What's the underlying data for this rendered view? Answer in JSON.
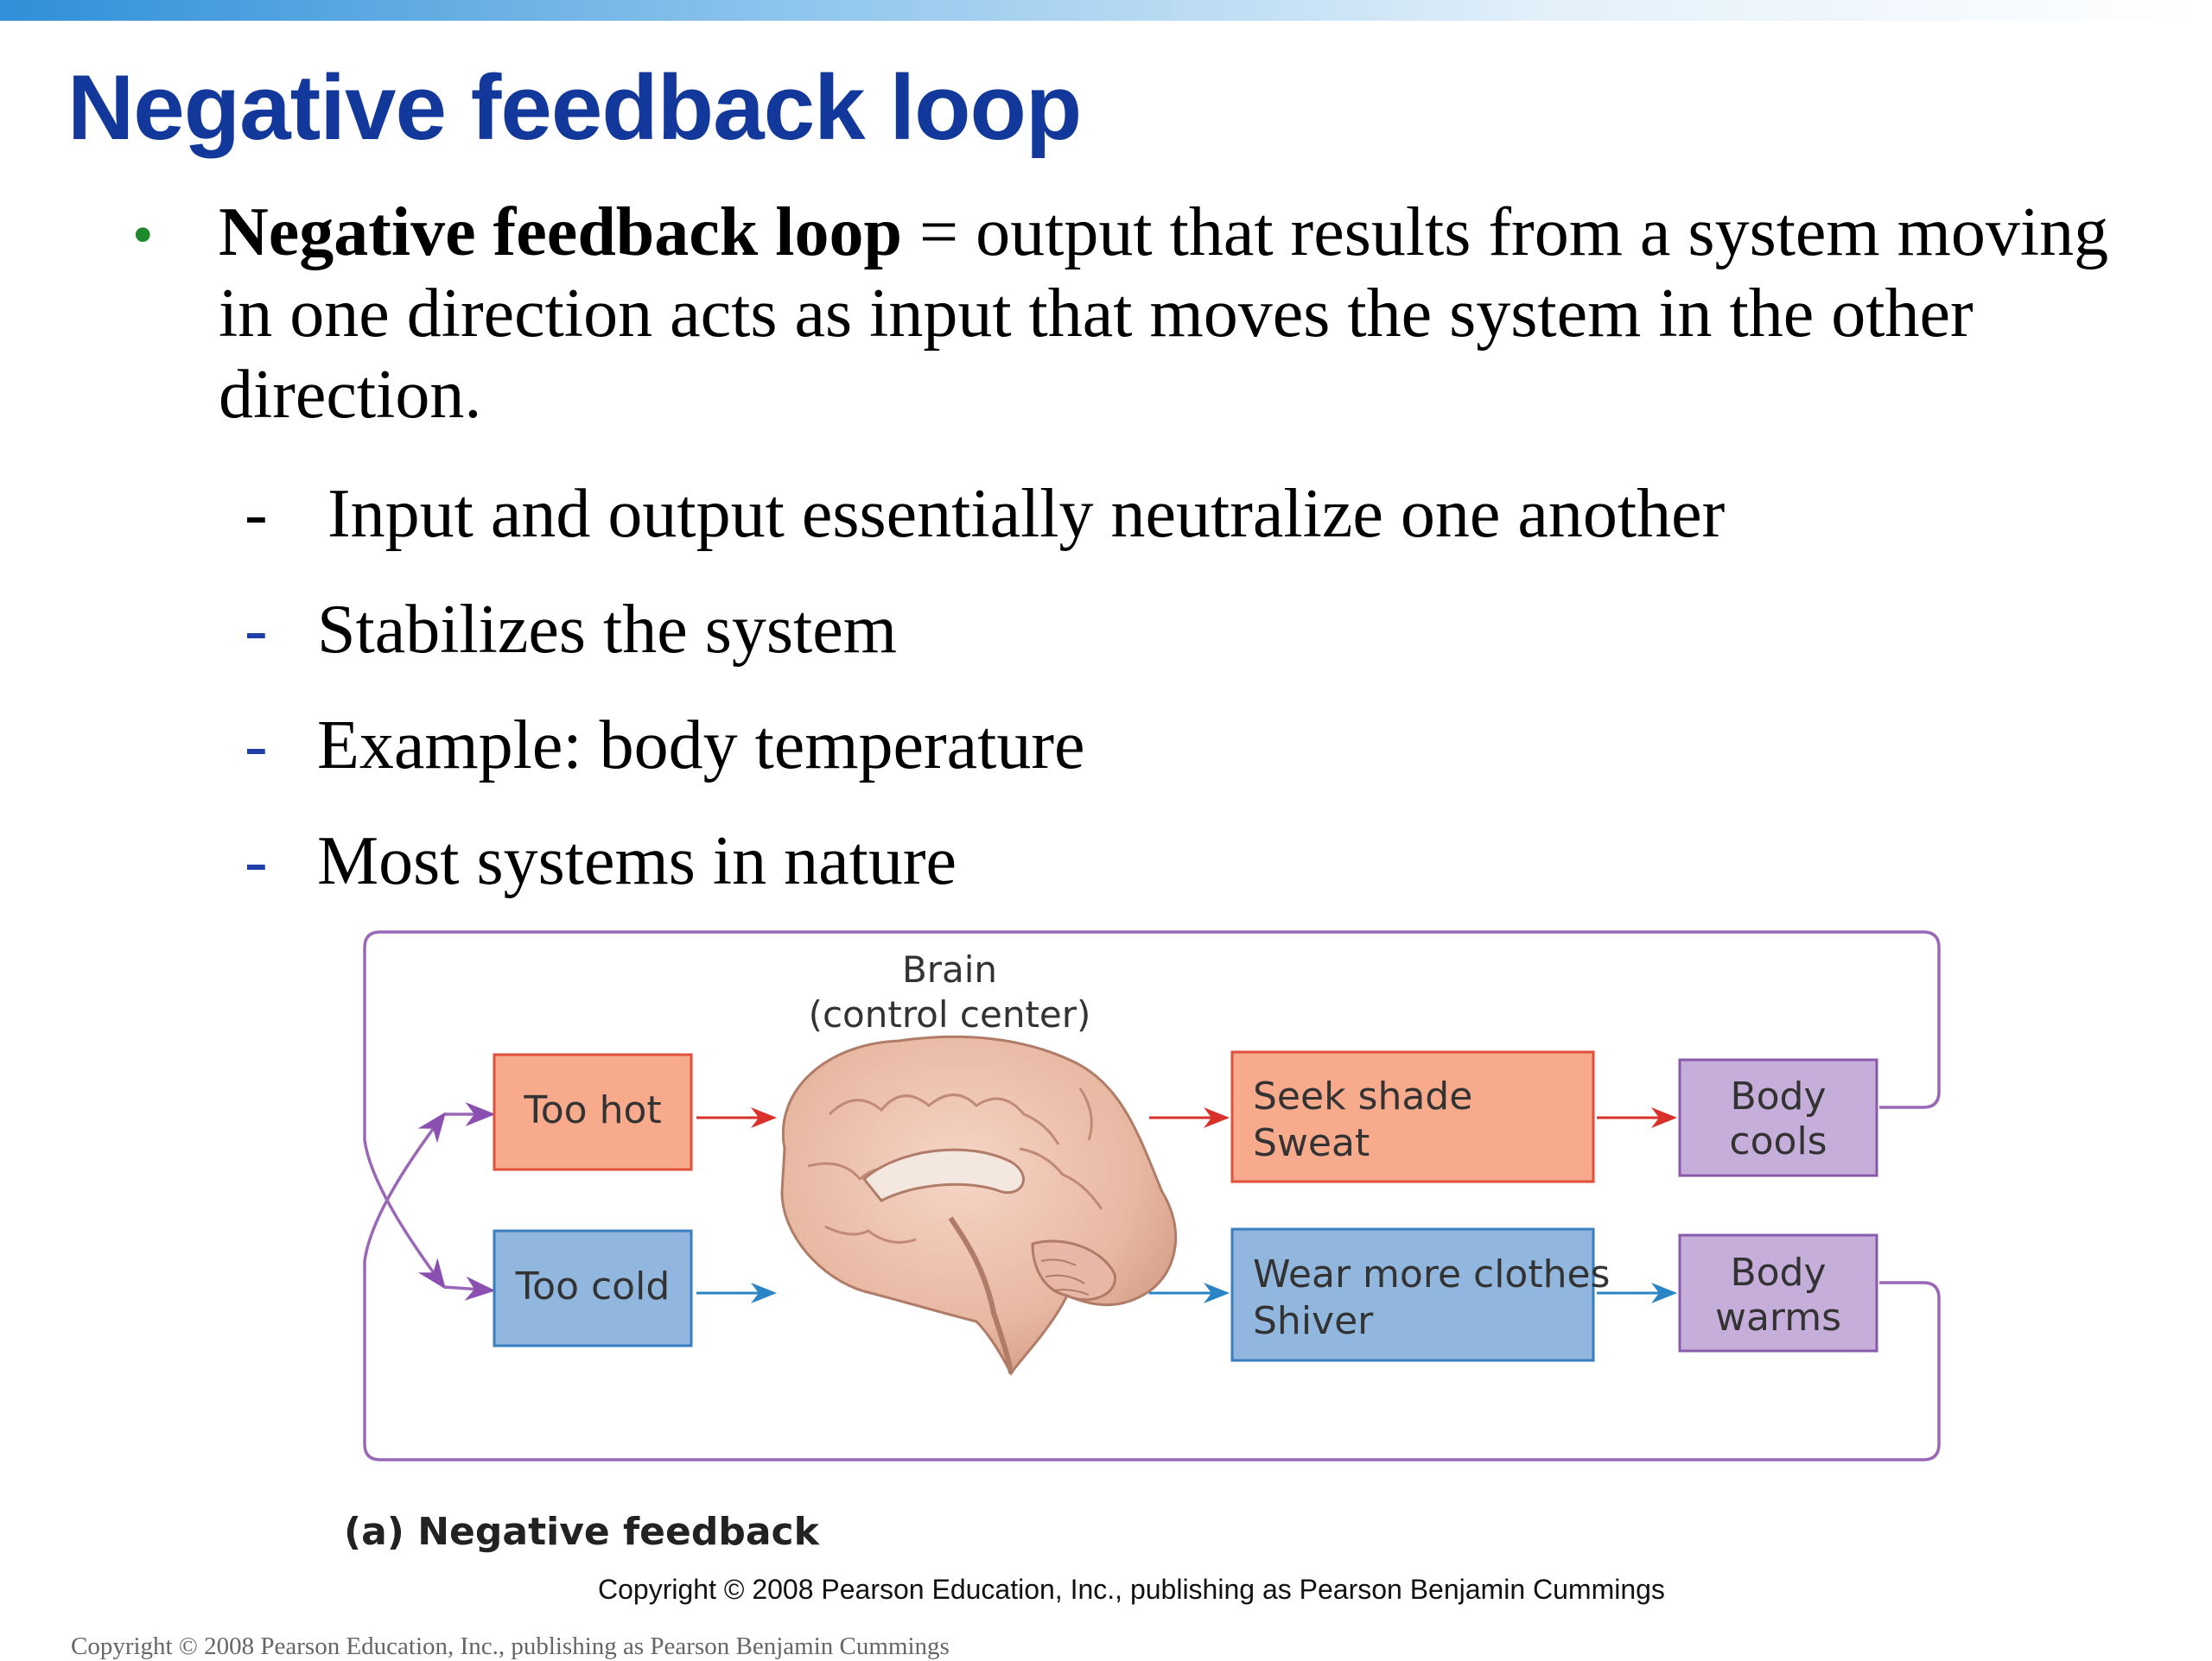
{
  "slide": {
    "title": "Negative feedback loop",
    "bullet": {
      "term": "Negative feedback loop",
      "definition": " = output that  results from a system moving in one direction acts as input that moves the system in the other direction."
    },
    "subpoints": [
      {
        "dash": "-",
        "text": "Input and output essentially neutralize one another"
      },
      {
        "dash": "-",
        "text": "Stabilizes the system"
      },
      {
        "dash": "-",
        "text": "Example: body temperature"
      },
      {
        "dash": "-",
        "text": "Most systems in nature"
      }
    ],
    "slide_copyright": "Copyright © 2008 Pearson Education, Inc., publishing as Pearson Benjamin Cummings"
  },
  "diagram": {
    "brain_label_line1": "Brain",
    "brain_label_line2": "(control center)",
    "too_hot": "Too hot",
    "too_cold": "Too cold",
    "hot_response_line1": "Seek shade",
    "hot_response_line2": "Sweat",
    "cold_response_line1": "Wear more clothes",
    "cold_response_line2": "Shiver",
    "body_cools_line1": "Body",
    "body_cools_line2": "cools",
    "body_warms_line1": "Body",
    "body_warms_line2": "warms",
    "caption": "(a) Negative feedback",
    "figure_copyright": "Copyright © 2008 Pearson Education, Inc., publishing as Pearson Benjamin Cummings",
    "colors": {
      "hot_fill": "#f7aa8c",
      "hot_stroke": "#e0503c",
      "cold_fill": "#92b7de",
      "cold_stroke": "#3a7fc0",
      "body_fill": "#c6aedb",
      "body_stroke": "#8a5aaa",
      "loop_line": "#9a67b8",
      "hot_arrow": "#d9302a",
      "cold_arrow": "#2a85c5"
    }
  }
}
